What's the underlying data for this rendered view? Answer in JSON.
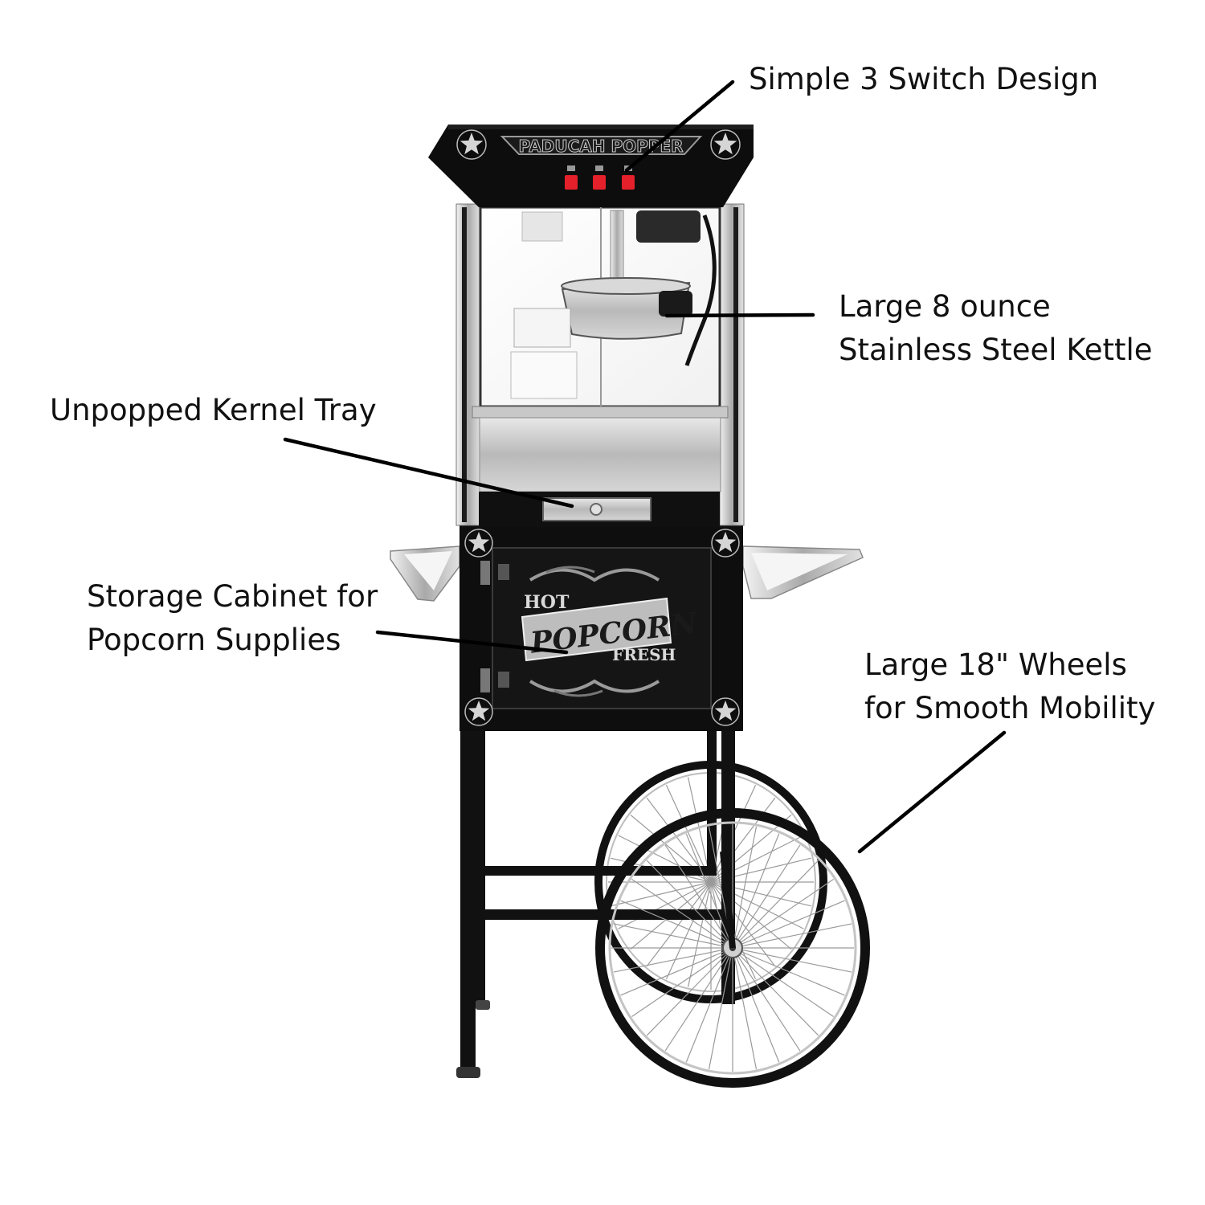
{
  "machine": {
    "brand_sign": "PADUCAH POPPER",
    "sign_hot": "HOT",
    "sign_popcorn": "POPCORN",
    "sign_fresh": "FRESH",
    "accent_color": "#111111",
    "switch_color": "#e4202a"
  },
  "callouts": {
    "switch_design": {
      "line1": "Simple 3 Switch Design"
    },
    "kettle": {
      "line1": "Large 8 ounce",
      "line2": "Stainless Steel Kettle"
    },
    "kernel_tray": {
      "line1": "Unpopped Kernel Tray"
    },
    "cabinet": {
      "line1": "Storage Cabinet for",
      "line2": "Popcorn Supplies"
    },
    "wheels": {
      "line1": "Large 18\" Wheels",
      "line2": "for Smooth Mobility"
    }
  }
}
